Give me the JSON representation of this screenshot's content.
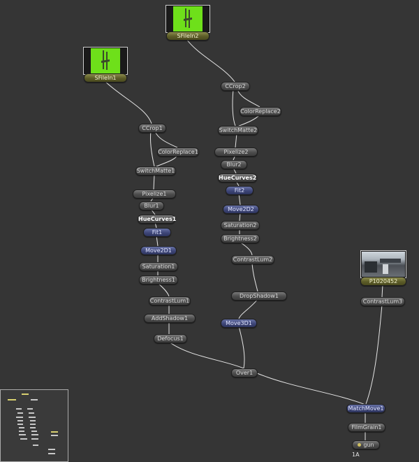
{
  "flow": {
    "loaders": [
      {
        "label": "SFileIn1",
        "preview": "green-screen-gun-thumbnail"
      },
      {
        "label": "SFileIn2",
        "preview": "green-screen-gun-thumbnail"
      },
      {
        "label": "P1020452",
        "preview": "building-photo-thumbnail"
      }
    ],
    "branch1": [
      "CCrop1",
      "ColorReplace1",
      "SwitchMatte1",
      "Pixelize1",
      "Blur1",
      "HueCurves1",
      "Fit1",
      "Move2D1",
      "Saturation1",
      "Brightness1",
      "ContrastLum1",
      "AddShadow1",
      "Defocus1"
    ],
    "branch2": [
      "CCrop2",
      "ColorReplace2",
      "SwitchMatte2",
      "Pixelize2",
      "Blur2",
      "HueCurves2",
      "Fit2",
      "Move2D2",
      "Saturation2",
      "Brightness2",
      "ContrastLum2",
      "DropShadow1",
      "Move3D1"
    ],
    "merge": "Over1",
    "branch3": [
      "ContrastLum3",
      "MatchMove1",
      "FilmGrain1",
      "gun"
    ],
    "view_label": "1A"
  },
  "colors": {
    "background": "#353535",
    "wire": "#e6e6e6",
    "node_grey": "#5a5a5a",
    "node_blue": "#3e4678",
    "node_loader": "#5c5c28"
  }
}
